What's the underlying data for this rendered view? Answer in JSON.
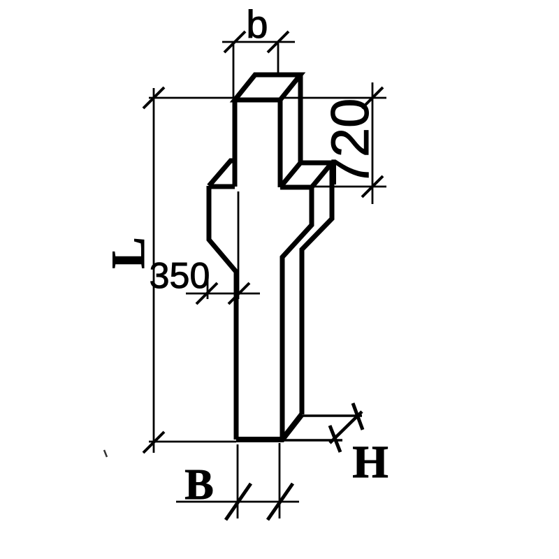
{
  "colors": {
    "line": "#000000",
    "background": "#ffffff"
  },
  "dimensions": {
    "top_width": {
      "label": "b"
    },
    "corbel_height": {
      "label": "720"
    },
    "overall_length": {
      "label": "L"
    },
    "corbel_offset": {
      "label": "350"
    },
    "bottom_width": {
      "label": "B"
    },
    "depth": {
      "label": "H"
    }
  }
}
